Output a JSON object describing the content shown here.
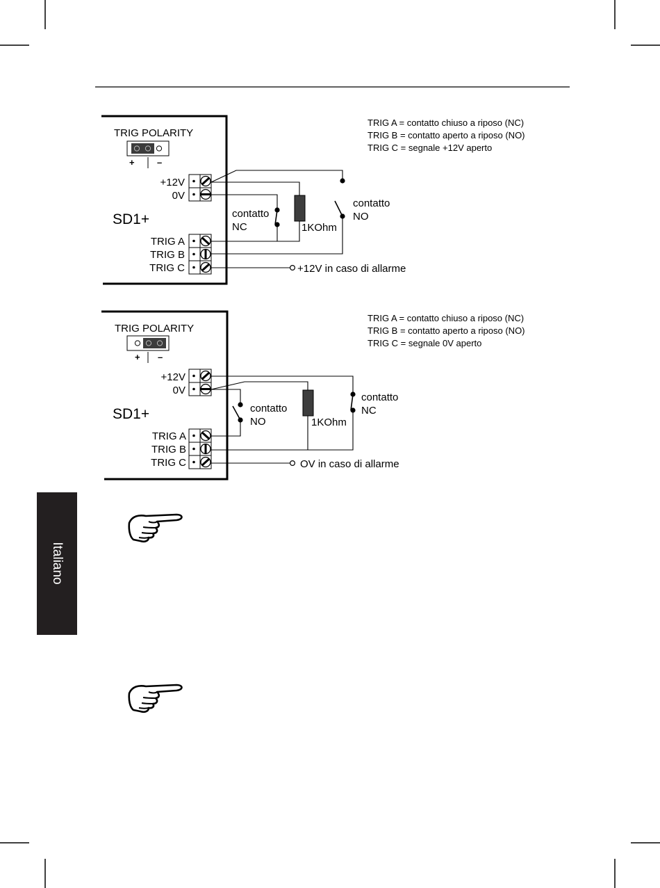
{
  "page": {
    "side_tab": "Italiano"
  },
  "diagram1": {
    "jumper_title": "TRIG POLARITY",
    "plus": "+",
    "minus": "–",
    "device": "SD1+",
    "terminals": [
      "+12V",
      "0V",
      "TRIG A",
      "TRIG B",
      "TRIG C"
    ],
    "legend": [
      "TRIG A = contatto chiuso a riposo (NC)",
      "TRIG B = contatto aperto a riposo (NO)",
      "TRIG C = segnale +12V aperto"
    ],
    "switch_nc": [
      "contatto",
      "NC"
    ],
    "switch_no": [
      "contatto",
      "NO"
    ],
    "resistor": "1KOhm",
    "output": "+12V in caso di allarme"
  },
  "diagram2": {
    "jumper_title": "TRIG POLARITY",
    "plus": "+",
    "minus": "–",
    "device": "SD1+",
    "terminals": [
      "+12V",
      "0V",
      "TRIG A",
      "TRIG B",
      "TRIG C"
    ],
    "legend": [
      "TRIG A = contatto chiuso a riposo (NC)",
      "TRIG B = contatto aperto a riposo (NO)",
      "TRIG C = segnale 0V aperto"
    ],
    "switch_no": [
      "contatto",
      "NO"
    ],
    "switch_nc": [
      "contatto",
      "NC"
    ],
    "resistor": "1KOhm",
    "output": "OV in caso di allarme"
  },
  "icons": [
    "pointing-hand-icon",
    "pointing-hand-icon"
  ]
}
